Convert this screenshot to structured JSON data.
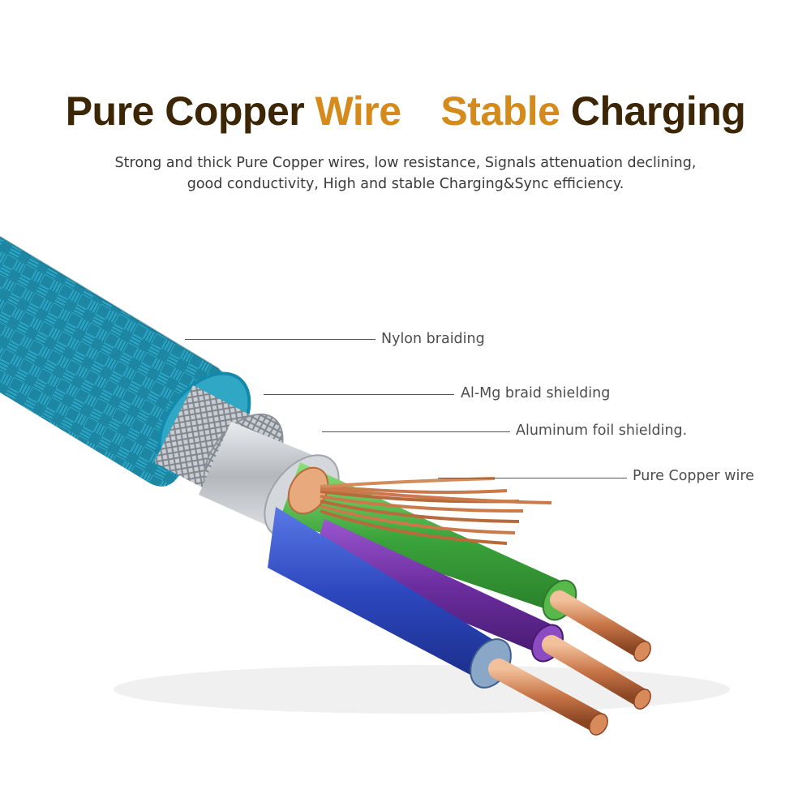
{
  "headline": {
    "part1": "Pure Copper",
    "part2": "Wire",
    "part3": "Stable",
    "part4": "Charging"
  },
  "subtitle": {
    "line1": "Strong and thick Pure Copper wires, low resistance, Signals attenuation declining,",
    "line2": "good conductivity, High and stable Charging&Sync efficiency."
  },
  "callouts": {
    "nylon": "Nylon braiding",
    "almg": "Al-Mg braid shielding",
    "foil": "Aluminum foil shielding.",
    "copper": "Pure Copper wire"
  },
  "colors": {
    "headline_dark": "#3d2606",
    "headline_light": "#d58a1c",
    "braid": "#1f8aa8",
    "shield": "#b9bcc1",
    "green_wire": "#4cb84a",
    "blue_wire": "#2f4fc4",
    "purple_wire": "#6b2d9e",
    "copper": "#c9794a"
  }
}
